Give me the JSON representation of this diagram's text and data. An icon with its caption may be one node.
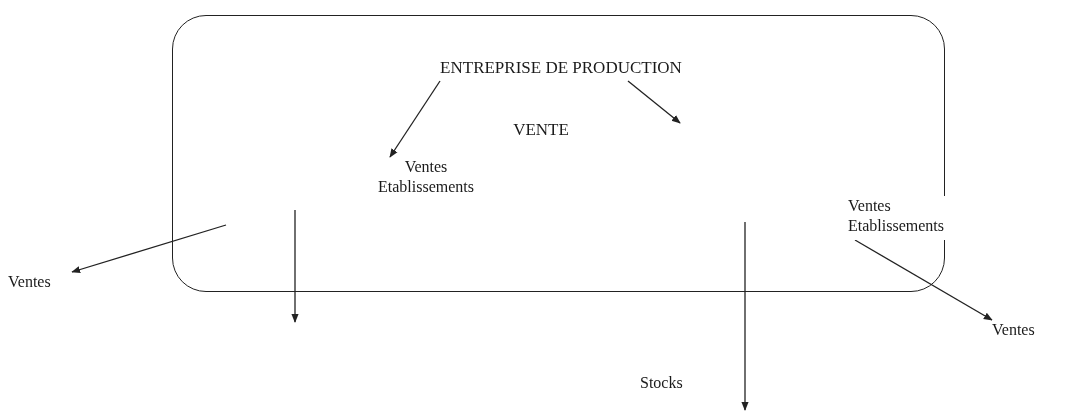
{
  "diagram": {
    "nodes": [
      {
        "text": [],
        "shape": "box"
      },
      {
        "text": [
          "ENTREPRISE DE PRODUCTION"
        ],
        "in": 0
      },
      {
        "text": [
          "VENTE"
        ],
        "in": 0
      },
      {
        "text": [
          "Ventes Etablissements"
        ],
        "in": 0
      },
      {
        "text": [
          "Ventes Etablissements"
        ]
      },
      {
        "text": [
          "Ventes"
        ]
      },
      {
        "text": [
          "Ventes"
        ]
      }
    ],
    "edges": [
      {
        "from": 1,
        "to": 3,
        "arrow": "to"
      },
      {
        "from": 1,
        "to": null,
        "arrow": "to"
      },
      {
        "from": null,
        "to": 5,
        "arrow": "to"
      },
      {
        "from": 4,
        "to": 6,
        "arrow": "to"
      }
    ],
    "labels": [
      "Stocks"
    ]
  }
}
